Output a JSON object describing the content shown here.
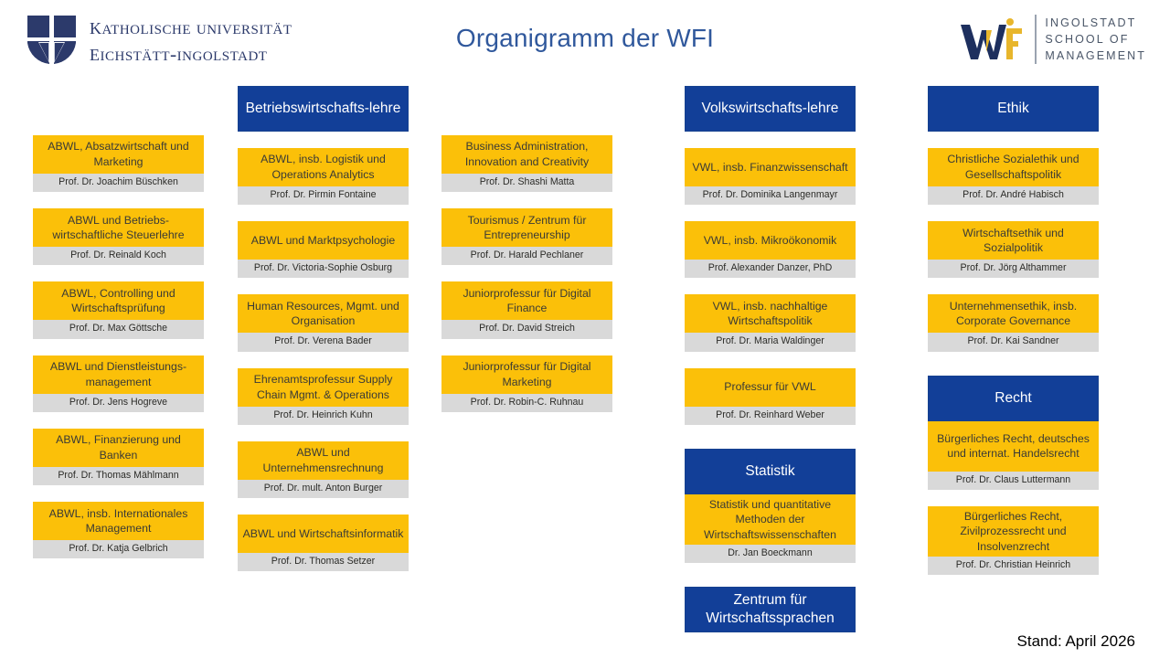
{
  "header": {
    "title": "Organigramm der WFI",
    "university_logo": {
      "name": "katholische-universitaet-eichstaett-ingolstadt-logo",
      "line1": "Katholische Universität",
      "line2": "Eichstätt-Ingolstadt"
    },
    "school_logo": {
      "name": "wfi-ingolstadt-school-of-management-logo",
      "mark": "WFI",
      "line1": "INGOLSTADT",
      "line2": "SCHOOL OF",
      "line3": "MANAGEMENT"
    }
  },
  "footer": {
    "date": "Stand: April 2026"
  },
  "colors": {
    "blue": "#123f98",
    "gold": "#fbc009",
    "grey": "#d9d9d9",
    "title_blue": "#30589c",
    "logo_navy": "#2c3a6b"
  },
  "columns": [
    {
      "id": "column-1",
      "header": null,
      "chairs": [
        {
          "title": "ABWL, Absatzwirtschaft und Marketing",
          "holder": "Prof. Dr. Joachim Büschken"
        },
        {
          "title": "ABWL und Betriebs-wirtschaftliche Steuerlehre",
          "holder": "Prof. Dr. Reinald Koch"
        },
        {
          "title": "ABWL, Controlling und Wirtschaftsprüfung",
          "holder": "Prof. Dr. Max Göttsche"
        },
        {
          "title": "ABWL und Dienstleistungs-management",
          "holder": "Prof. Dr. Jens Hogreve"
        },
        {
          "title": "ABWL, Finanzierung und Banken",
          "holder": "Prof. Dr. Thomas Mählmann"
        },
        {
          "title": "ABWL, insb. Internationales Management",
          "holder": "Prof. Dr. Katja Gelbrich"
        }
      ]
    },
    {
      "id": "column-2",
      "header": "Betriebswirtschafts-lehre",
      "chairs": [
        {
          "title": "ABWL, insb. Logistik und Operations Analytics",
          "holder": "Prof. Dr. Pirmin Fontaine"
        },
        {
          "title": "ABWL und Marktpsychologie",
          "holder": "Prof. Dr. Victoria-Sophie Osburg"
        },
        {
          "title": "Human Resources, Mgmt. und Organisation",
          "holder": "Prof. Dr. Verena Bader"
        },
        {
          "title": "Ehrenamtsprofessur Supply Chain Mgmt. & Operations",
          "holder": "Prof. Dr. Heinrich Kuhn"
        },
        {
          "title": "ABWL und Unternehmensrechnung",
          "holder": "Prof. Dr. mult. Anton Burger"
        },
        {
          "title": "ABWL und Wirtschaftsinformatik",
          "holder": "Prof. Dr. Thomas Setzer"
        }
      ]
    },
    {
      "id": "column-3",
      "header": null,
      "chairs": [
        {
          "title": "Business Administration, Innovation and Creativity",
          "holder": "Prof. Dr. Shashi Matta"
        },
        {
          "title": "Tourismus / Zentrum für Entrepreneurship",
          "holder": "Prof. Dr. Harald Pechlaner"
        },
        {
          "title": "Juniorprofessur für Digital Finance",
          "holder": "Prof. Dr. David Streich"
        },
        {
          "title": "Juniorprofessur für Digital Marketing",
          "holder": "Prof. Dr. Robin-C. Ruhnau"
        }
      ]
    },
    {
      "id": "column-4",
      "header": "Volkswirtschafts-lehre",
      "chairs": [
        {
          "title": "VWL, insb. Finanzwissenschaft",
          "holder": "Prof. Dr. Dominika Langenmayr"
        },
        {
          "title": "VWL, insb. Mikroökonomik",
          "holder": "Prof. Alexander Danzer, PhD"
        },
        {
          "title": "VWL, insb. nachhaltige Wirtschaftspolitik",
          "holder": "Prof. Dr. Maria Waldinger"
        },
        {
          "title": "Professur für VWL",
          "holder": "Prof. Dr. Reinhard Weber"
        }
      ],
      "header2": "Statistik",
      "chairs2": [
        {
          "title": "Statistik und quantitative Methoden der Wirtschaftswissenschaften",
          "holder": "Dr. Jan Boeckmann",
          "tall": true
        }
      ],
      "header3": "Zentrum für Wirtschaftssprachen"
    },
    {
      "id": "column-5",
      "header": "Ethik",
      "chairs": [
        {
          "title": "Christliche Sozialethik und Gesellschaftspolitik",
          "holder": "Prof. Dr. André Habisch"
        },
        {
          "title": "Wirtschaftsethik und Sozialpolitik",
          "holder": "Prof. Dr. Jörg Althammer"
        },
        {
          "title": "Unternehmensethik, insb. Corporate Governance",
          "holder": "Prof. Dr. Kai Sandner"
        }
      ],
      "header2": "Recht",
      "chairs2": [
        {
          "title": "Bürgerliches Recht, deutsches und internat. Handelsrecht",
          "holder": "Prof. Dr. Claus Luttermann",
          "tall": true
        },
        {
          "title": "Bürgerliches Recht, Zivilprozessrecht und Insolvenzrecht",
          "holder": "Prof. Dr. Christian Heinrich",
          "tall": true
        }
      ]
    }
  ]
}
